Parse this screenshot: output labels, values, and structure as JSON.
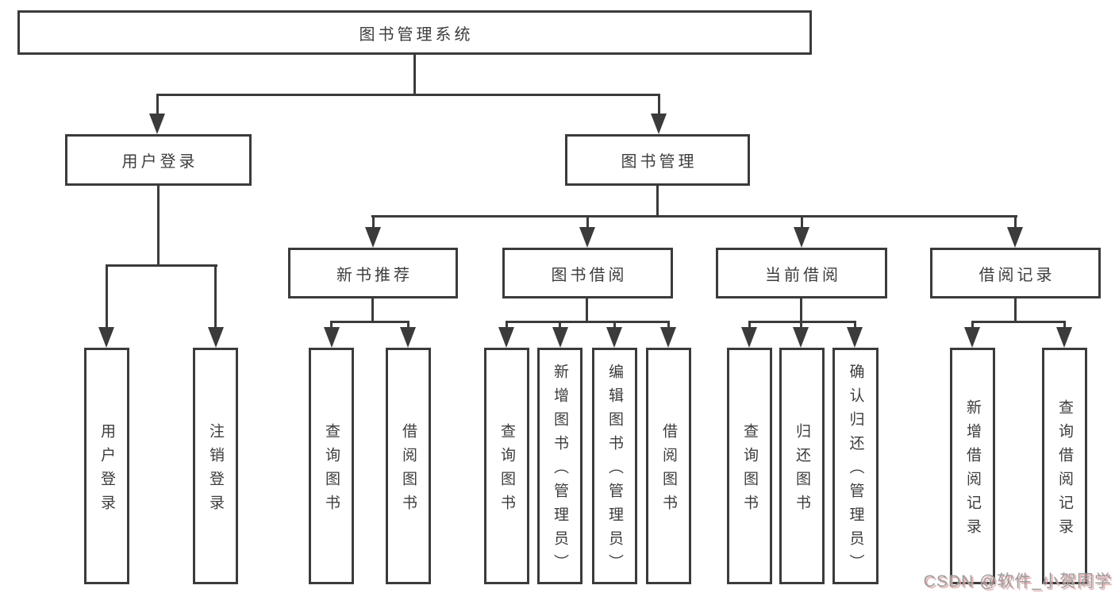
{
  "colors": {
    "line": "#3b3b3b",
    "text": "#3d3d3d",
    "background": "#ffffff",
    "watermark": "#9d9d9d",
    "watermark_shadow": "#e0a8a8"
  },
  "diagram": {
    "root": {
      "label": "图书管理系统"
    },
    "level2": [
      {
        "label": "用户登录"
      },
      {
        "label": "图书管理"
      }
    ],
    "level3": [
      {
        "label": "新书推荐"
      },
      {
        "label": "图书借阅"
      },
      {
        "label": "当前借阅"
      },
      {
        "label": "借阅记录"
      }
    ],
    "leaves": {
      "user": [
        {
          "label": "用户登录"
        },
        {
          "label": "注销登录"
        }
      ],
      "recommend": [
        {
          "label": "查询图书"
        },
        {
          "label": "借阅图书"
        }
      ],
      "borrow": [
        {
          "label": "查询图书"
        },
        {
          "label": "新增图书（管理员）"
        },
        {
          "label": "编辑图书（管理员）"
        },
        {
          "label": "借阅图书"
        }
      ],
      "current": [
        {
          "label": "查询图书"
        },
        {
          "label": "归还图书"
        },
        {
          "label": "确认归还（管理员）"
        }
      ],
      "records": [
        {
          "label": "新增借阅记录"
        },
        {
          "label": "查询借阅记录"
        }
      ]
    }
  },
  "watermark": {
    "text": "CSDN @软件_小贺同学"
  }
}
